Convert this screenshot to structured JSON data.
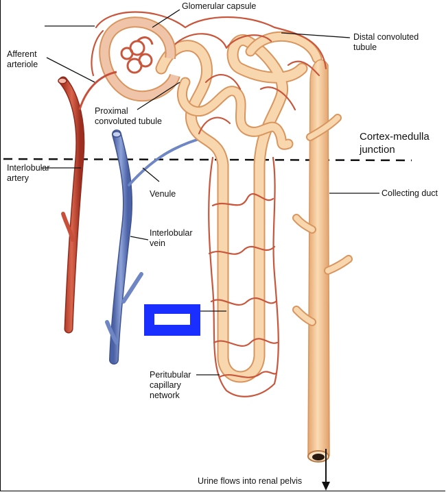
{
  "labels": {
    "glomerular_capsule": "Glomerular capsule",
    "afferent_arteriole": "Afferent\narteriole",
    "distal_convoluted_tubule": "Distal convoluted\ntubule",
    "proximal_convoluted_tubule": "Proximal\nconvoluted tubule",
    "cortex_medulla_junction": "Cortex-medulla\njunction",
    "interlobular_artery": "Interlobular\nartery",
    "venule": "Venule",
    "collecting_duct": "Collecting duct",
    "interlobular_vein": "Interlobular\nvein",
    "peritubular_capillary_network": "Peritubular\ncapillary\nnetwork",
    "urine_flow": "Urine flows into renal pelvis"
  },
  "colors": {
    "artery": "#c8503a",
    "artery_dark": "#8e2a1c",
    "vein": "#6e86c4",
    "vein_dark": "#3d528e",
    "tubule": "#f5c99a",
    "tubule_edge": "#d9955e",
    "capillary": "#c9553b",
    "mask": "#1a2fff"
  }
}
